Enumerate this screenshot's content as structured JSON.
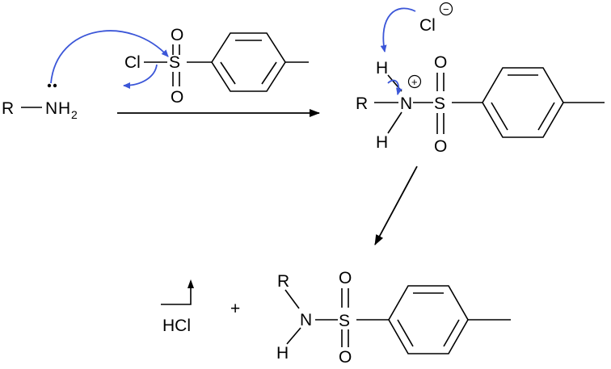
{
  "reactants": {
    "amine": {
      "r": "R",
      "n": "N",
      "h": "H",
      "sub": "2"
    },
    "tosyl_chloride": {
      "cl": "Cl",
      "s": "S",
      "o_top": "O",
      "o_bottom": "O"
    }
  },
  "intermediate": {
    "r": "R",
    "n": "N",
    "h_top": "H",
    "h_bottom": "H",
    "plus": "+",
    "s": "S",
    "o_top": "O",
    "o_bottom": "O",
    "chloride": "Cl",
    "minus": "−"
  },
  "products": {
    "hcl": "HCl",
    "plus": "+",
    "sulfonamide": {
      "r": "R",
      "n": "N",
      "h": "H",
      "s": "S",
      "o_top": "O",
      "o_bottom": "O"
    }
  },
  "colors": {
    "electron_arrow": "#3b56d8",
    "ink": "#000000"
  }
}
